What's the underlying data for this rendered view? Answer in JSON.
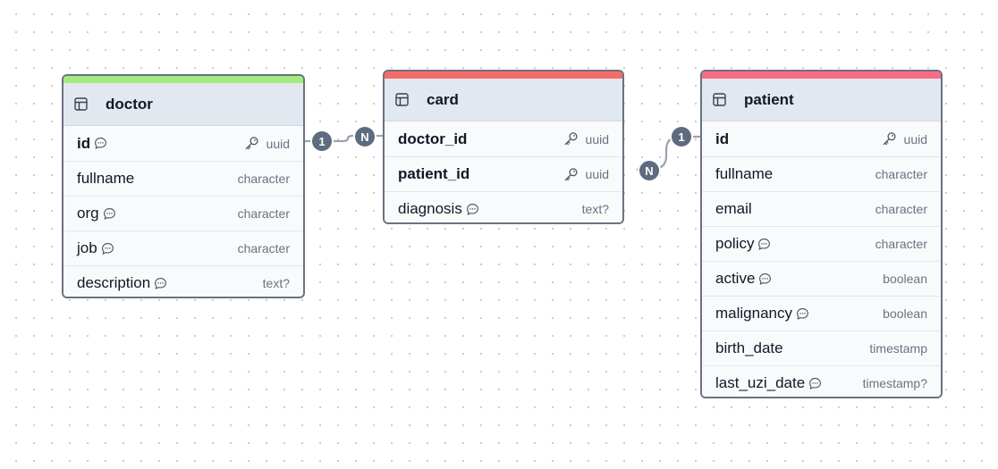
{
  "colors": {
    "doctor_accent": "#a3ea7f",
    "card_accent": "#f76b67",
    "patient_accent": "#f86b86",
    "border": "#6b7280",
    "header_bg": "#e2e8f0",
    "badge_bg": "#5d6b7f"
  },
  "tables": {
    "doctor": {
      "name": "doctor",
      "icon": "table-icon",
      "fields": [
        {
          "name": "id",
          "type": "uuid",
          "pk": true,
          "comment": true
        },
        {
          "name": "fullname",
          "type": "character",
          "pk": false,
          "comment": false
        },
        {
          "name": "org",
          "type": "character",
          "pk": false,
          "comment": true
        },
        {
          "name": "job",
          "type": "character",
          "pk": false,
          "comment": true
        },
        {
          "name": "description",
          "type": "text?",
          "pk": false,
          "comment": true
        }
      ]
    },
    "card": {
      "name": "card",
      "icon": "table-icon",
      "fields": [
        {
          "name": "doctor_id",
          "type": "uuid",
          "pk": true,
          "comment": false
        },
        {
          "name": "patient_id",
          "type": "uuid",
          "pk": true,
          "comment": false
        },
        {
          "name": "diagnosis",
          "type": "text?",
          "pk": false,
          "comment": true
        }
      ]
    },
    "patient": {
      "name": "patient",
      "icon": "table-icon",
      "fields": [
        {
          "name": "id",
          "type": "uuid",
          "pk": true,
          "comment": false
        },
        {
          "name": "fullname",
          "type": "character",
          "pk": false,
          "comment": false
        },
        {
          "name": "email",
          "type": "character",
          "pk": false,
          "comment": false
        },
        {
          "name": "policy",
          "type": "character",
          "pk": false,
          "comment": true
        },
        {
          "name": "active",
          "type": "boolean",
          "pk": false,
          "comment": true
        },
        {
          "name": "malignancy",
          "type": "boolean",
          "pk": false,
          "comment": true
        },
        {
          "name": "birth_date",
          "type": "timestamp",
          "pk": false,
          "comment": false
        },
        {
          "name": "last_uzi_date",
          "type": "timestamp?",
          "pk": false,
          "comment": true
        }
      ]
    }
  },
  "relations": [
    {
      "from": "doctor.id",
      "to": "card.doctor_id",
      "from_card": "1",
      "to_card": "N"
    },
    {
      "from": "patient.id",
      "to": "card.patient_id",
      "from_card": "1",
      "to_card": "N"
    }
  ]
}
